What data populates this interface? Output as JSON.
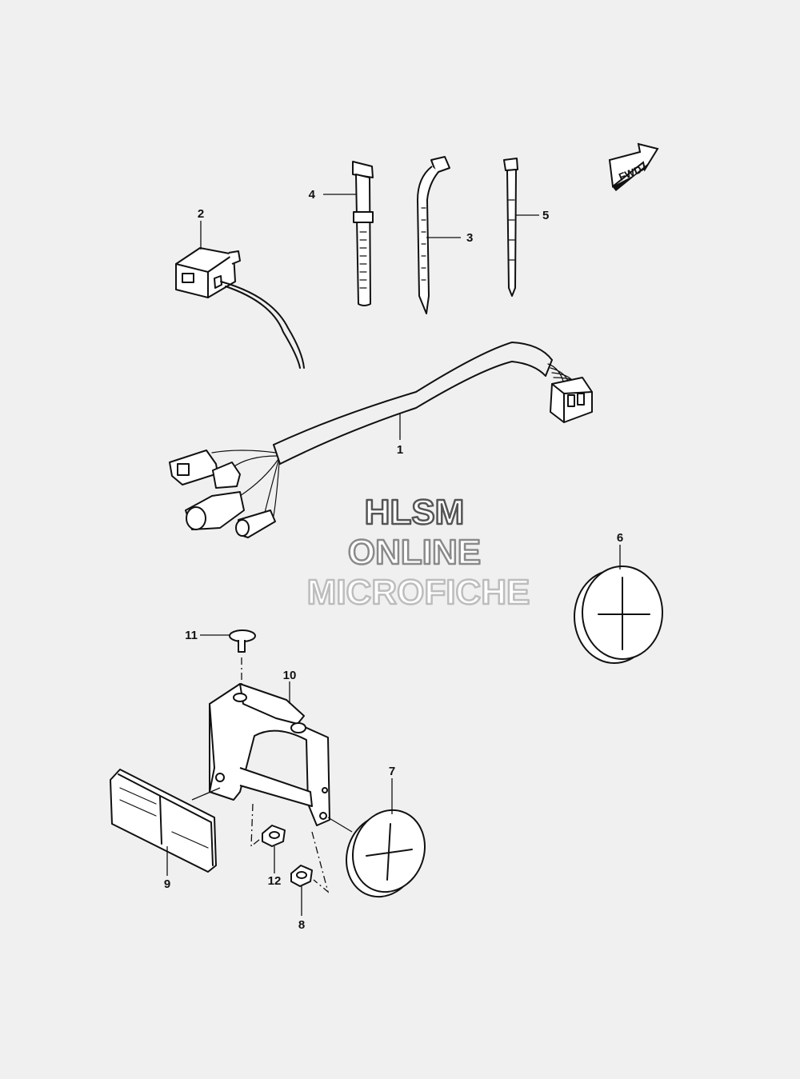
{
  "callouts": {
    "p1": "1",
    "p2": "2",
    "p3": "3",
    "p4": "4",
    "p5": "5",
    "p6": "6",
    "p7": "7",
    "p8": "8",
    "p9": "9",
    "p10": "10",
    "p11": "11",
    "p12": "12"
  },
  "direction_badge": "FWD",
  "watermark": {
    "line1": "HLSM",
    "line2": "ONLINE",
    "line3": "MICROFICHE"
  },
  "colors": {
    "background": "#f0f0f0",
    "line": "#111111",
    "watermark_line1": "#555555",
    "watermark_line2": "#8a8a8a",
    "watermark_line3": "#bdbdbd"
  }
}
